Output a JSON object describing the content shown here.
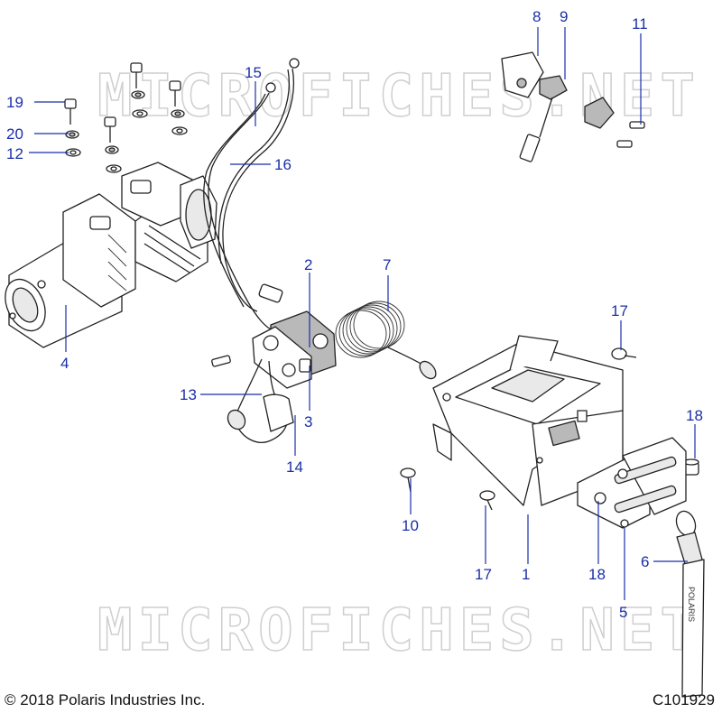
{
  "watermark": "MICROFICHES.NET",
  "footer": {
    "copyright": "© 2018 Polaris Industries Inc.",
    "figure_id": "C101929"
  },
  "callouts": {
    "c1": "1",
    "c2": "2",
    "c3": "3",
    "c4": "4",
    "c5": "5",
    "c6": "6",
    "c7": "7",
    "c8": "8",
    "c9": "9",
    "c10": "10",
    "c11": "11",
    "c12": "12",
    "c13": "13",
    "c14": "14",
    "c15": "15",
    "c16": "16",
    "c17a": "17",
    "c17b": "17",
    "c18a": "18",
    "c18b": "18",
    "c19": "19",
    "c20": "20"
  },
  "strap_lettering": "POLARIS",
  "colors": {
    "callout": "#1a2fa8",
    "line_art": "#222222",
    "watermark": "#cfcfcf"
  }
}
